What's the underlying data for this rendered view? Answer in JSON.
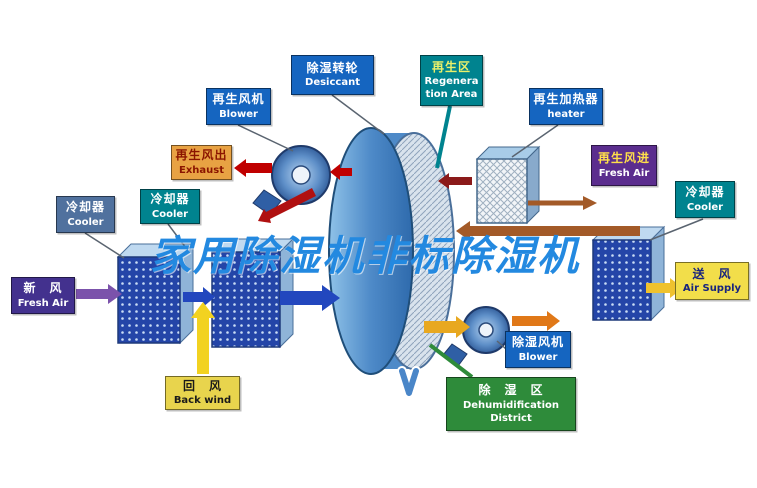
{
  "title": "家用除湿机非标除湿机",
  "labels": {
    "desiccant": {
      "zh": "除湿转轮",
      "en": "Desiccant"
    },
    "regen_area": {
      "zh": "再生区",
      "en": "Regeneration Area"
    },
    "regen_blower": {
      "zh": "再生风机",
      "en": "Blower"
    },
    "heater": {
      "zh": "再生加热器",
      "en": "heater"
    },
    "exhaust": {
      "zh": "再生风出",
      "en": "Exhaust"
    },
    "regen_inlet": {
      "zh": "再生风进",
      "en": "Fresh Air"
    },
    "cooler_left": {
      "zh": "冷却器",
      "en": "Cooler"
    },
    "cooler_mid": {
      "zh": "冷却器",
      "en": "Cooler"
    },
    "cooler_right": {
      "zh": "冷却器",
      "en": "Cooler"
    },
    "fresh_air": {
      "zh": "新　风",
      "en": "Fresh Air"
    },
    "air_supply": {
      "zh": "送　风",
      "en": "Air Supply"
    },
    "back_wind": {
      "zh": "回　风",
      "en": "Back wind"
    },
    "dehumid_blower": {
      "zh": "除湿风机",
      "en": "Blower"
    },
    "dehumid_area": {
      "zh": "除　湿　区",
      "en": "Dehumidification District"
    }
  },
  "colors": {
    "label_blue": "#1565C0",
    "label_teal": "#00838F",
    "label_purple": "#5B2D8E",
    "label_purple_dark": "#43318E",
    "label_yellow": "#F2DE4A",
    "label_orange": "#E8A243",
    "label_green": "#2E8B3A",
    "label_slate": "#50719E",
    "arrow_red": "#C00000",
    "arrow_dark_red": "#8B1A1A",
    "arrow_blue": "#2247BE",
    "arrow_yellow": "#F2D220",
    "arrow_gold": "#E8A820",
    "arrow_orange": "#E07818",
    "arrow_brown": "#A35A28",
    "arrow_purple": "#7B52AB",
    "title_blue": "#2389E0"
  }
}
